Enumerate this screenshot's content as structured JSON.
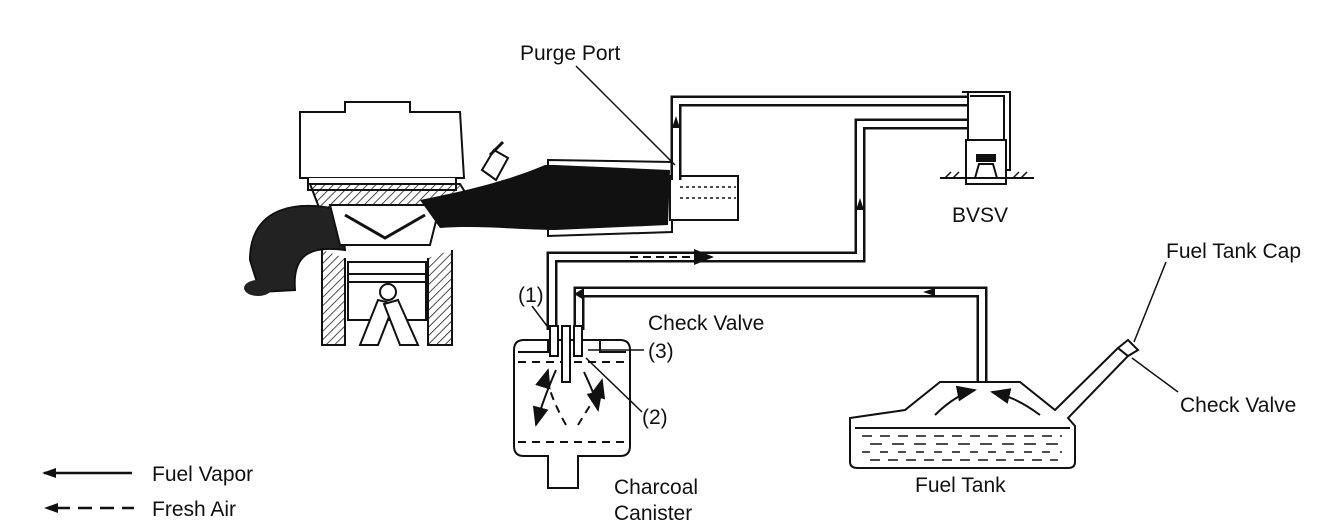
{
  "labels": {
    "purge_port": "Purge Port",
    "bvsv": "BVSV",
    "fuel_tank_cap": "Fuel Tank Cap",
    "check_valve_tank": "Check Valve",
    "check_valve_canister": "Check Valve",
    "port_1": "(1)",
    "port_2": "(2)",
    "port_3": "(3)",
    "charcoal_canister_line1": "Charcoal",
    "charcoal_canister_line2": "Canister",
    "fuel_tank": "Fuel Tank"
  },
  "legend": {
    "fuel_vapor": "Fuel Vapor",
    "fresh_air": "Fresh Air"
  }
}
